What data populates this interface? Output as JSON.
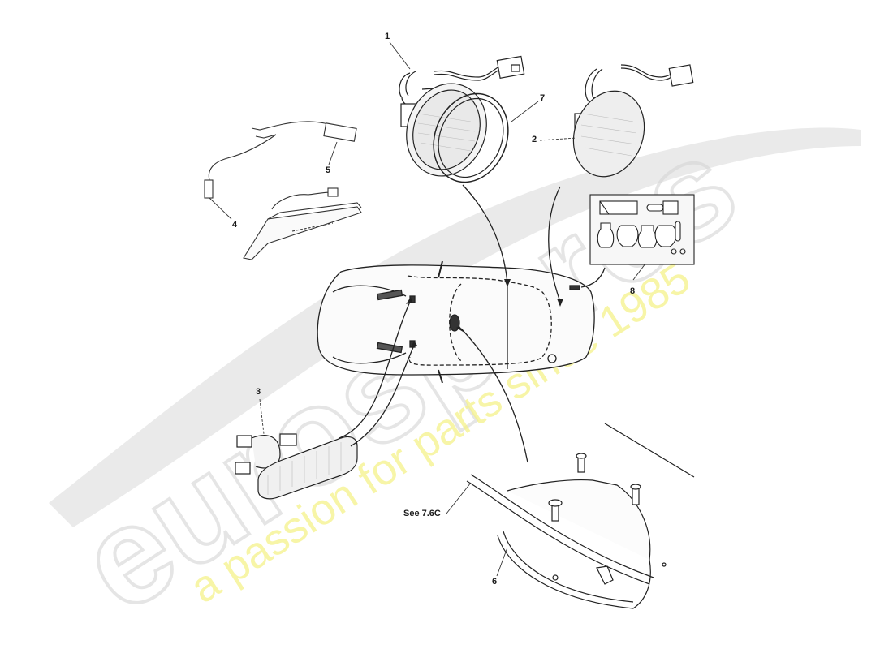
{
  "diagram": {
    "subject": "Exterior side repeater / indicator lamps and bulb kit, car top view",
    "callouts": [
      {
        "id": "1",
        "label": "1",
        "part": "side repeater lamp assembly with harness"
      },
      {
        "id": "2",
        "label": "2",
        "part": "side repeater lamp assembly (alternate)"
      },
      {
        "id": "3",
        "label": "3",
        "part": "side marker / indicator lamp"
      },
      {
        "id": "4",
        "label": "4",
        "part": "lamp harness connector"
      },
      {
        "id": "5",
        "label": "5",
        "part": "harness with switch"
      },
      {
        "id": "6",
        "label": "6",
        "part": "lamp housing / cover"
      },
      {
        "id": "7",
        "label": "7",
        "part": "lamp bezel ring"
      },
      {
        "id": "8",
        "label": "8",
        "part": "bulb kit"
      }
    ],
    "reference_note": "See 7.6C"
  },
  "watermark": {
    "brand": "eurospares",
    "tagline": "a passion for parts since 1985",
    "brand_color": "#e8e8e8",
    "tagline_color": "#f3f08a"
  }
}
